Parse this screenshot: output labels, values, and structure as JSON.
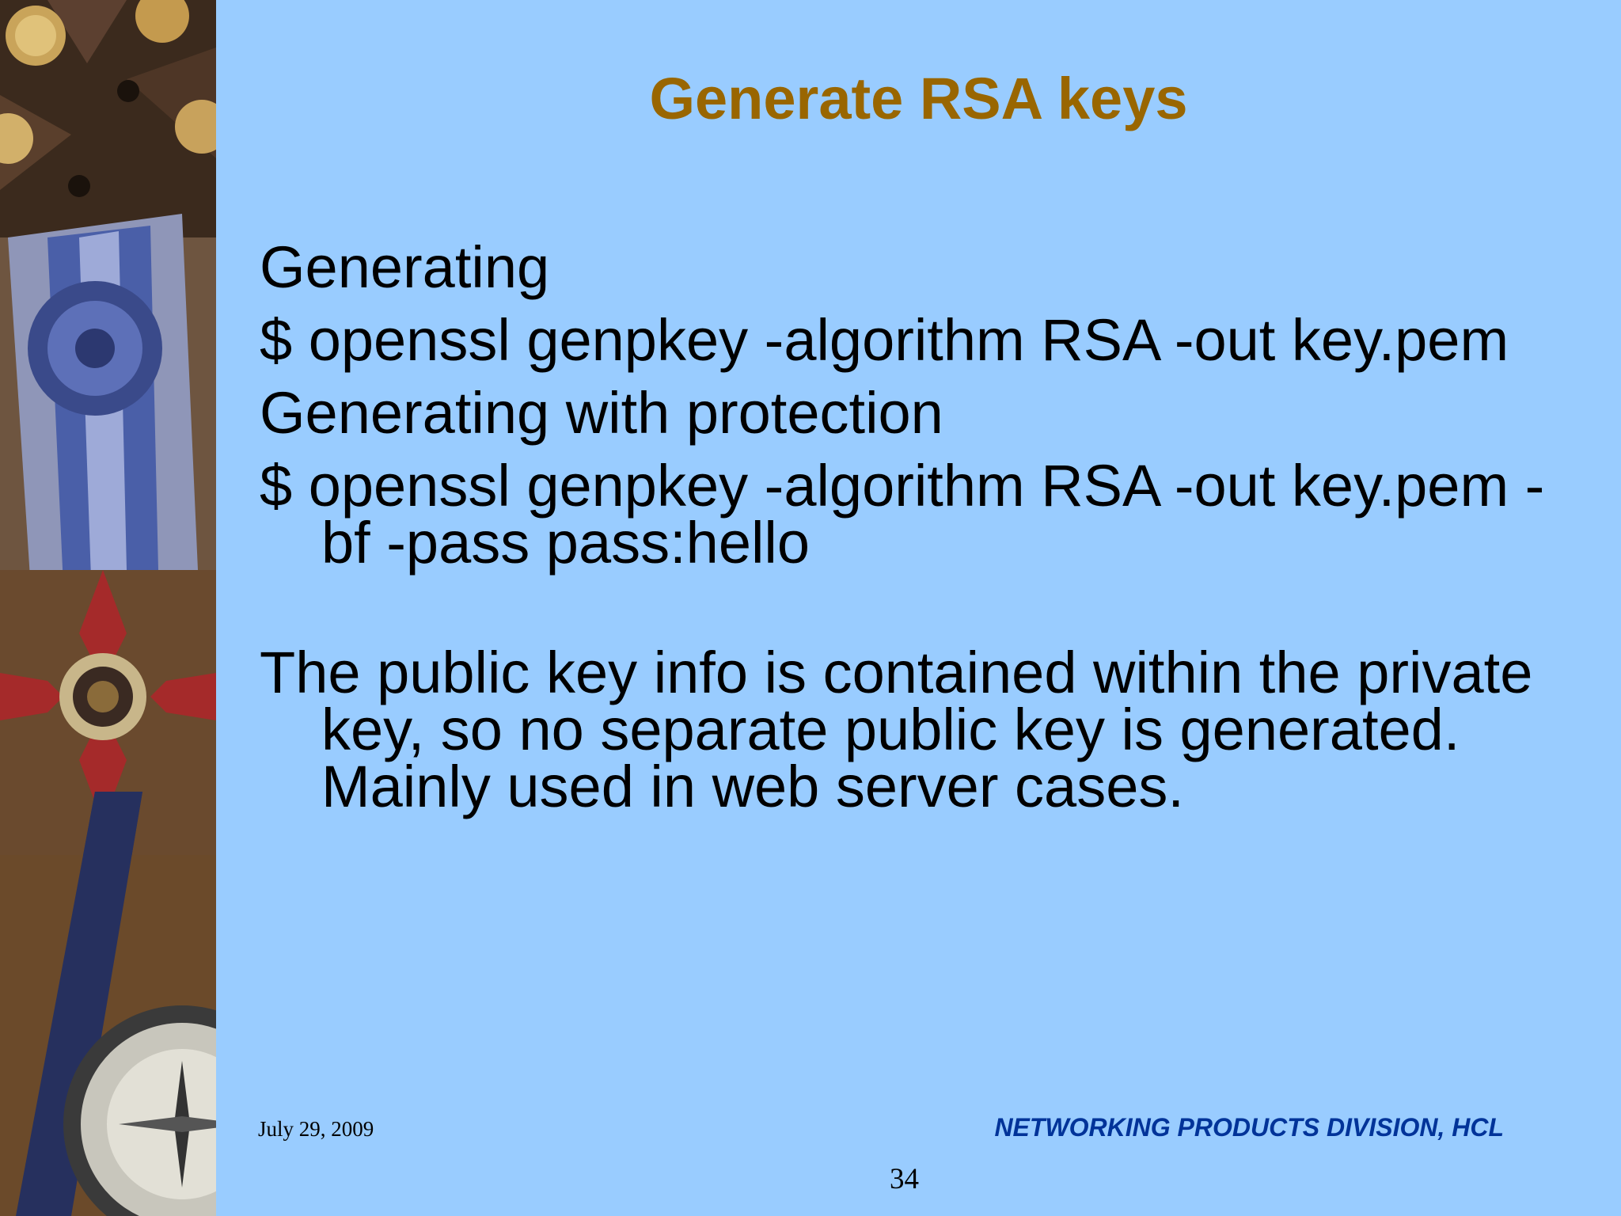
{
  "slide": {
    "title": "Generate RSA keys",
    "body": [
      "Generating",
      "$ openssl genpkey -algorithm RSA -out key.pem",
      "Generating with protection",
      "$ openssl genpkey -algorithm RSA -out key.pem -bf -pass pass:hello",
      "The public key info is contained within the private key, so no separate public key is generated. Mainly used in web server cases."
    ],
    "footer_date": "July 29, 2009",
    "footer_org": "NETWORKING PRODUCTS DIVISION, HCL",
    "page_number": "34"
  },
  "colors": {
    "background": "#99ccff",
    "title": "#996600",
    "footer_org": "#003399"
  }
}
